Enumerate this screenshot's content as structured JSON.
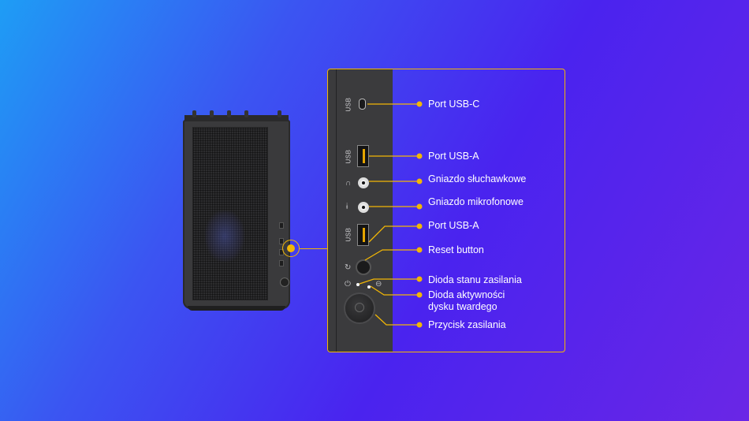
{
  "accent_color": "#f2b705",
  "panel": {
    "usb_vertical_1": "USB",
    "usb_vertical_2": "USB",
    "usb_vertical_3": "USB"
  },
  "callouts": [
    {
      "id": "usb-c",
      "label": "Port USB-C"
    },
    {
      "id": "usb-a-1",
      "label": "Port USB-A"
    },
    {
      "id": "headphone-jack",
      "label": "Gniazdo słuchawkowe"
    },
    {
      "id": "mic-jack",
      "label": "Gniazdo mikrofonowe"
    },
    {
      "id": "usb-a-2",
      "label": "Port USB-A"
    },
    {
      "id": "reset",
      "label": "Reset button"
    },
    {
      "id": "power-led",
      "label": "Dioda stanu zasilania"
    },
    {
      "id": "hdd-led",
      "label": "Dioda aktywności dysku twardego"
    },
    {
      "id": "power-button",
      "label": "Przycisk zasilania"
    }
  ]
}
